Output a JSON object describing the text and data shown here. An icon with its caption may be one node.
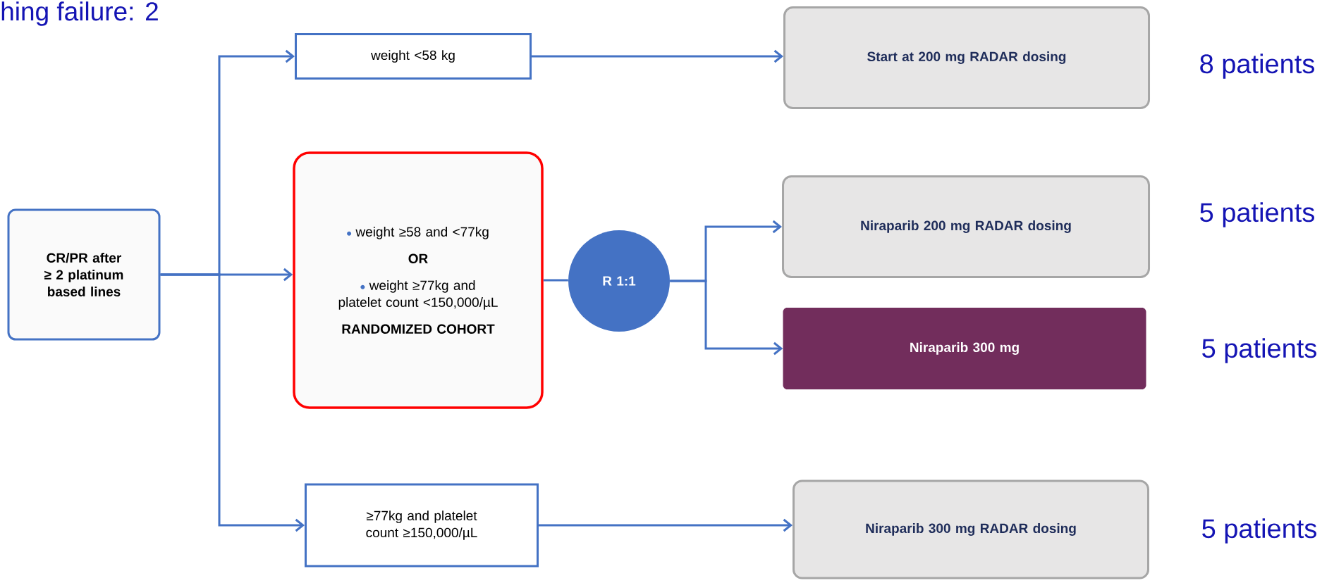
{
  "diagram": {
    "nodes": [
      {
        "text": [
          "CR/PR after ≥ 2 platinum based lines"
        ]
      },
      {
        "text": [
          "weight <58 kg"
        ]
      },
      {
        "text": [
          "weight ≥58 and <77kg",
          "OR",
          "weight ≥77kg and platelet count <150,000/µL",
          "RANDOMIZED COHORT"
        ]
      },
      {
        "text": [
          "R 1:1"
        ]
      },
      {
        "text": [
          "≥77kg and platelet count ≥150,000/µL"
        ]
      },
      {
        "text": [
          "Start at 200 mg RADAR dosing"
        ],
        "beside": [
          "8 patients"
        ]
      },
      {
        "text": [
          "Niraparib 200 mg RADAR dosing"
        ],
        "beside": [
          "5 patients"
        ]
      },
      {
        "text": [
          "Niraparib 300 mg"
        ],
        "beside": [
          "5 patients"
        ]
      },
      {
        "text": [
          "Niraparib 300 mg RADAR dosing"
        ],
        "beside": [
          "5 patients"
        ]
      }
    ],
    "edges": [
      {
        "from": 0,
        "to": 1,
        "arrow": "to"
      },
      {
        "from": 0,
        "to": 2,
        "arrow": "to"
      },
      {
        "from": 0,
        "to": 4,
        "arrow": "to"
      },
      {
        "from": 1,
        "to": 5,
        "arrow": "to"
      },
      {
        "from": 2,
        "to": 3,
        "arrow": "none"
      },
      {
        "from": 3,
        "to": 6,
        "arrow": "to"
      },
      {
        "from": 3,
        "to": 7,
        "arrow": "to"
      },
      {
        "from": 4,
        "to": 8,
        "arrow": "to"
      }
    ],
    "labels": [
      "hing failure: 2"
    ]
  }
}
